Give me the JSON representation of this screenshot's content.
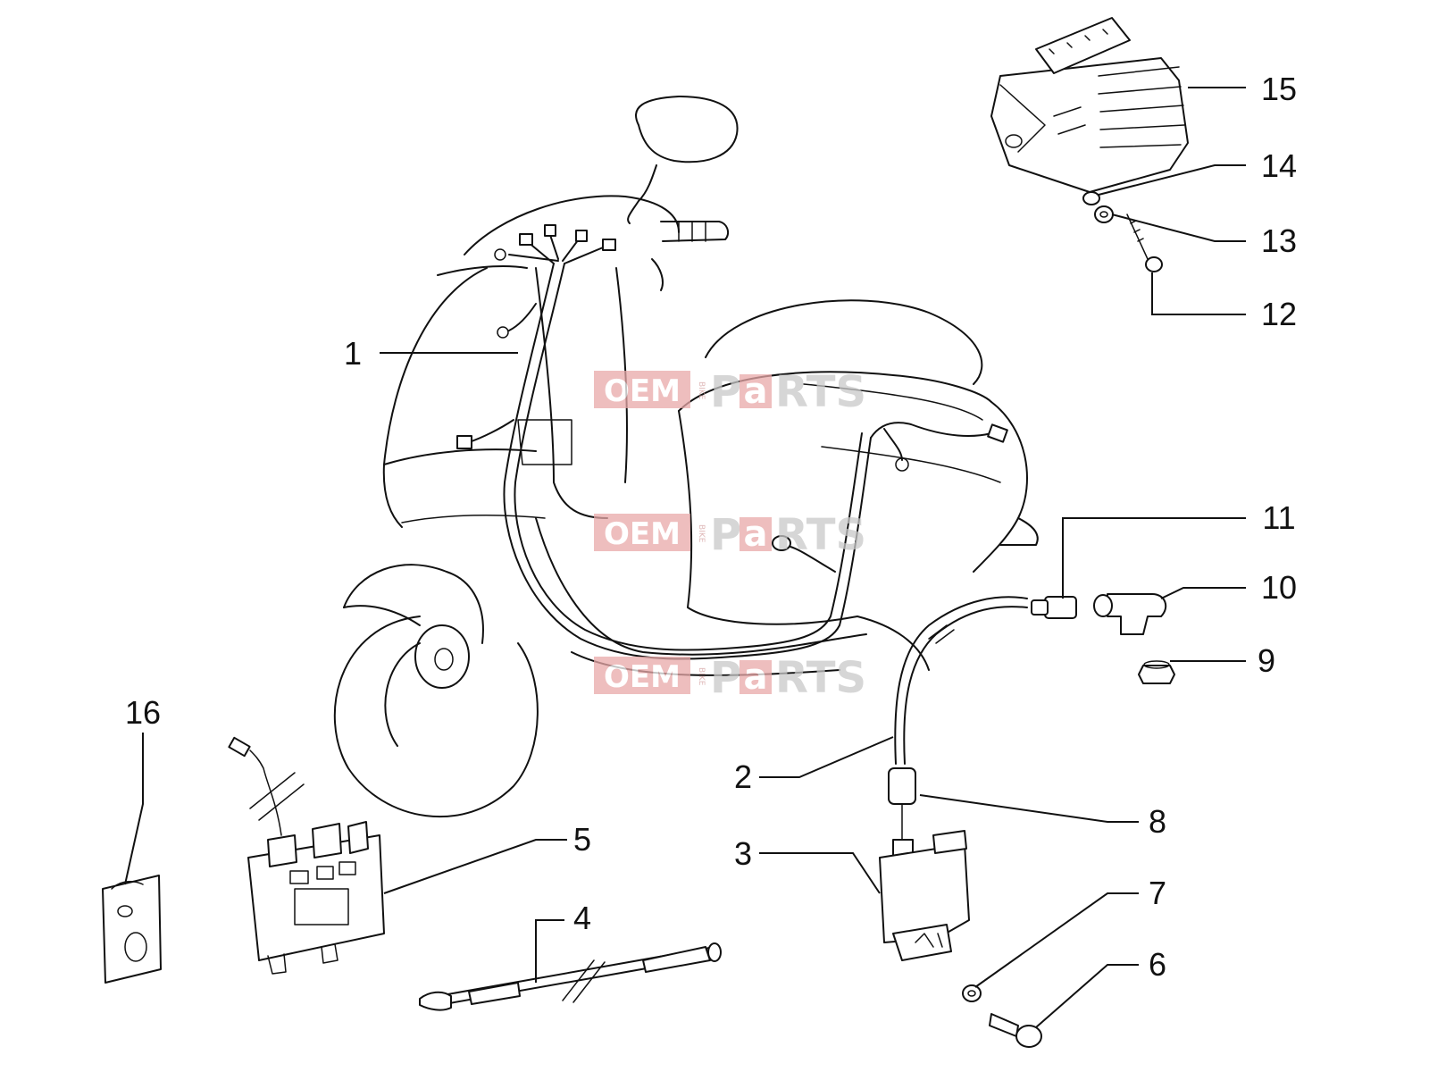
{
  "callouts": [
    {
      "id": "1",
      "label": "1"
    },
    {
      "id": "2",
      "label": "2"
    },
    {
      "id": "3",
      "label": "3"
    },
    {
      "id": "4",
      "label": "4"
    },
    {
      "id": "5",
      "label": "5"
    },
    {
      "id": "6",
      "label": "6"
    },
    {
      "id": "7",
      "label": "7"
    },
    {
      "id": "8",
      "label": "8"
    },
    {
      "id": "9",
      "label": "9"
    },
    {
      "id": "10",
      "label": "10"
    },
    {
      "id": "11",
      "label": "11"
    },
    {
      "id": "12",
      "label": "12"
    },
    {
      "id": "13",
      "label": "13"
    },
    {
      "id": "14",
      "label": "14"
    },
    {
      "id": "15",
      "label": "15"
    },
    {
      "id": "16",
      "label": "16"
    }
  ],
  "watermark": {
    "oem": "OEM",
    "bike": "BIKE",
    "p": "P",
    "a": "a",
    "rts": "RTS"
  },
  "colors": {
    "line": "#111111",
    "watermark_red": "#e8a8a8",
    "watermark_grey": "#c9c9c9"
  }
}
